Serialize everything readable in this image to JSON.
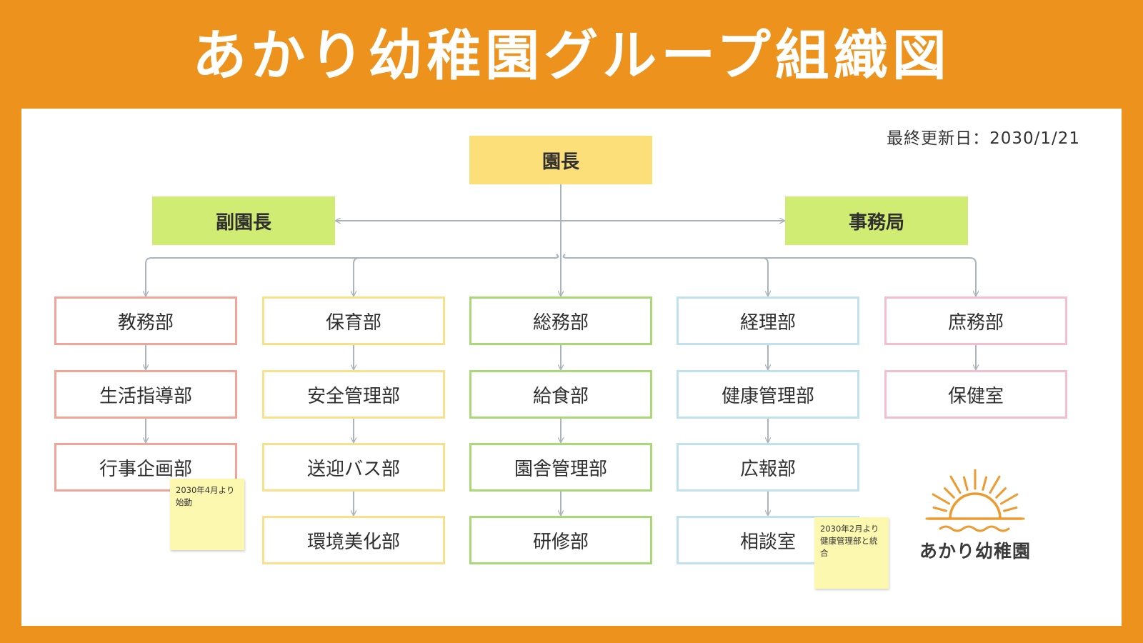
{
  "title": "あかり幼稚園グループ組織図",
  "last_updated": "最終更新日：2030/1/21",
  "colors": {
    "background": "#ED931D",
    "head_fill": "#FDDF7A",
    "deputy_fill": "#D1EC73",
    "connector": "#A9B4BC",
    "note_fill": "#FCF8B0"
  },
  "head": {
    "label": "園長"
  },
  "deputies": [
    {
      "label": "副園長"
    },
    {
      "label": "事務局"
    }
  ],
  "departments": [
    {
      "color": "#F2A596",
      "units": [
        "教務部",
        "生活指導部",
        "行事企画部"
      ]
    },
    {
      "color": "#F9E08A",
      "units": [
        "保育部",
        "安全管理部",
        "送迎バス部",
        "環境美化部"
      ]
    },
    {
      "color": "#A9D977",
      "units": [
        "総務部",
        "給食部",
        "園舎管理部",
        "研修部"
      ]
    },
    {
      "color": "#BFE2EE",
      "units": [
        "経理部",
        "健康管理部",
        "広報部",
        "相談室"
      ]
    },
    {
      "color": "#F5BDD0",
      "units": [
        "庶務部",
        "保健室"
      ]
    }
  ],
  "notes": [
    {
      "text": "2030年4月より始動"
    },
    {
      "text": "2030年2月より健康管理部と統合"
    }
  ],
  "logo": {
    "text": "あかり幼稚園",
    "icon": "sunrise-icon",
    "color": "#EE9A2E"
  }
}
